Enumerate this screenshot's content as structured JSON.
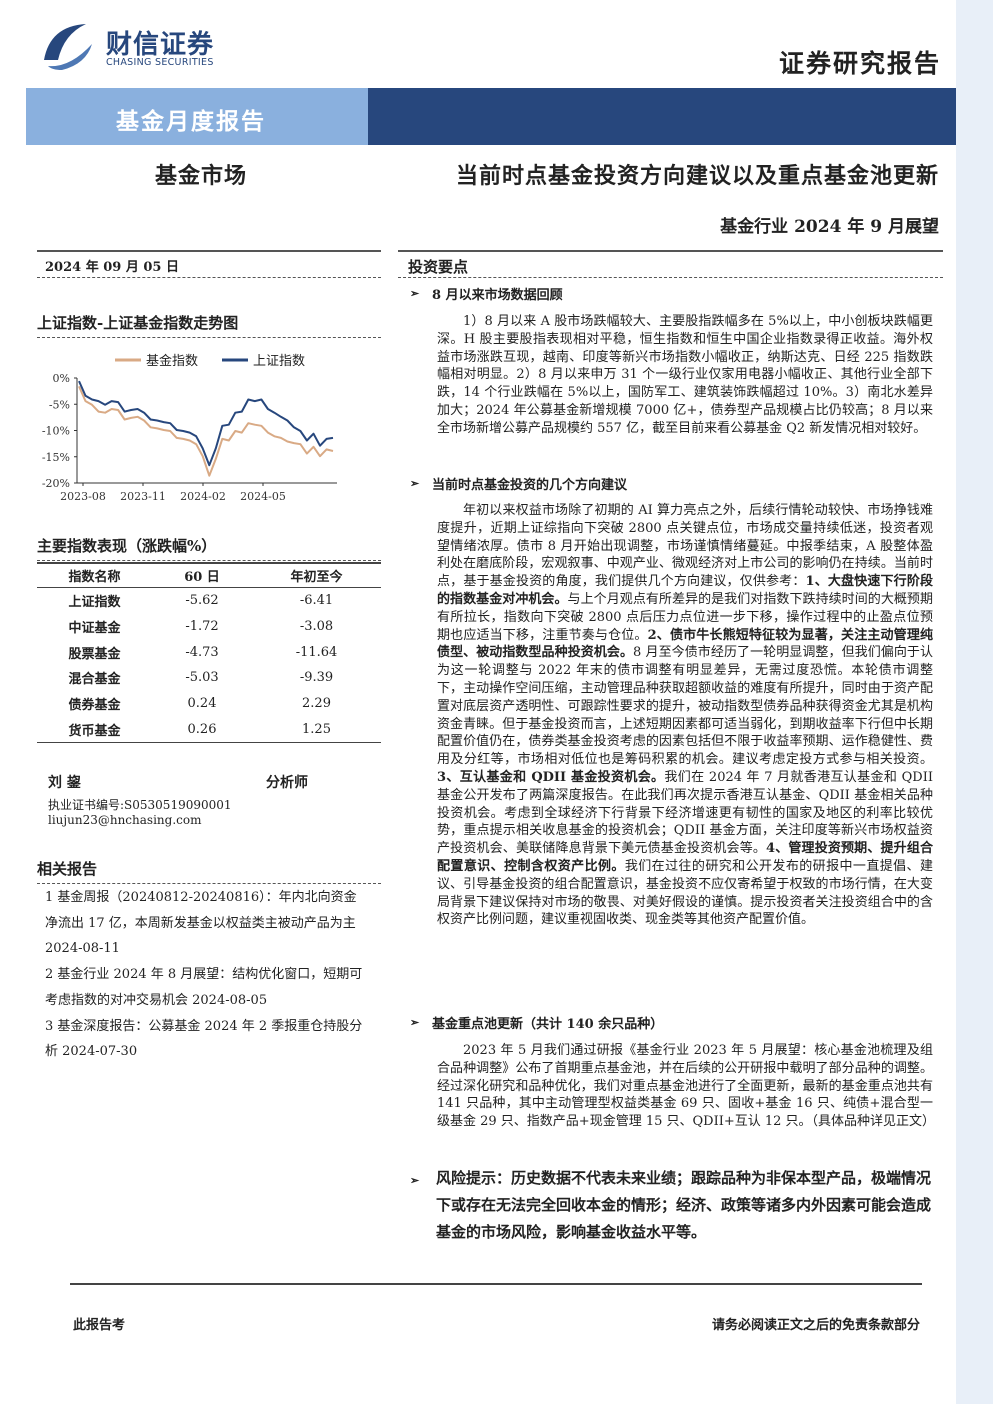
{
  "header": {
    "logo_cn": "财信证券",
    "logo_en": "CHASING SECURITIES",
    "doc_type": "证券研究报告",
    "banner": "基金月度报告",
    "sector": "基金市场",
    "title": "当前时点基金投资方向建议以及重点基金池更新",
    "subtitle": "基金行业 2024 年 9 月展望"
  },
  "left": {
    "date": "2024 年 09 月 05 日",
    "chart_title": "上证指数-上证基金指数走势图",
    "table_title": "主要指数表现（涨跌幅%）",
    "table_headers": [
      "指数名称",
      "60 日",
      "年初至今"
    ],
    "table_rows": [
      [
        "上证指数",
        "-5.62",
        "-6.41"
      ],
      [
        "中证基金",
        "-1.72",
        "-3.08"
      ],
      [
        "股票基金",
        "-4.73",
        "-11.64"
      ],
      [
        "混合基金",
        "-5.03",
        "-9.39"
      ],
      [
        "债券基金",
        "0.24",
        "2.29"
      ],
      [
        "货币基金",
        "0.26",
        "1.25"
      ]
    ],
    "analyst_name": "刘 鋆",
    "analyst_role": "分析师",
    "analyst_cert": "执业证书编号:S0530519090001",
    "analyst_email": "liujun23@hnchasing.com",
    "related_title": "相关报告",
    "related": [
      "1 基金周报（20240812-20240816）：年内北向资金净流出 17 亿，本周新发基金以权益类主被动产品为主 2024-08-11",
      "2 基金行业 2024 年 8 月展望：结构优化窗口，短期可考虑指数的对冲交易机会 2024-08-05",
      "3 基金深度报告：公募基金 2024 年 2 季报重仓持股分析 2024-07-30"
    ]
  },
  "chart_data": {
    "type": "line",
    "title": "上证指数-上证基金指数走势图",
    "xlabel": "",
    "ylabel": "",
    "x_ticks": [
      "2023-08",
      "2023-11",
      "2024-02",
      "2024-05"
    ],
    "y_ticks": [
      "0%",
      "-5%",
      "-10%",
      "-15%",
      "-20%"
    ],
    "ylim": [
      -20,
      0
    ],
    "legend_position": "top",
    "series": [
      {
        "name": "基金指数",
        "color": "#d9aa85",
        "values": [
          -2.0,
          -4.0,
          -5.5,
          -6.0,
          -7.0,
          -5.5,
          -6.5,
          -7.5,
          -8.0,
          -7.0,
          -8.5,
          -9.0,
          -10.0,
          -9.5,
          -10.5,
          -11.0,
          -12.0,
          -11.5,
          -13.0,
          -14.5,
          -19.0,
          -15.0,
          -12.0,
          -11.5,
          -10.5,
          -10.0,
          -9.0,
          -8.5,
          -9.5,
          -10.0,
          -11.5,
          -11.0,
          -12.5,
          -12.0,
          -13.0,
          -14.0,
          -13.5,
          -14.5,
          -14.0,
          -13.5
        ]
      },
      {
        "name": "上证指数",
        "color": "#27477d",
        "values": [
          -1.0,
          -3.0,
          -4.5,
          -4.0,
          -5.5,
          -4.0,
          -5.0,
          -6.0,
          -6.5,
          -5.5,
          -7.0,
          -7.5,
          -8.5,
          -8.0,
          -9.0,
          -9.5,
          -10.5,
          -10.0,
          -11.5,
          -13.0,
          -17.0,
          -13.0,
          -9.5,
          -8.5,
          -7.0,
          -6.0,
          -4.5,
          -4.0,
          -4.5,
          -5.5,
          -7.0,
          -7.0,
          -8.5,
          -9.0,
          -10.5,
          -11.5,
          -11.0,
          -12.5,
          -12.0,
          -11.0
        ]
      }
    ]
  },
  "right": {
    "section_title": "投资要点",
    "b1_title": "8 月以来市场数据回顾",
    "b1_text": "1）8 月以来 A 股市场跌幅较大、主要股指跌幅多在 5%以上，中小创板块跌幅更深。H 股主要股指表现相对平稳，恒生指数和恒生中国企业指数录得正收益。海外权益市场涨跌互现，越南、印度等新兴市场指数小幅收正，纳斯达克、日经 225 指数跌幅相对明显。2）8 月以来申万 31 个一级行业仅家用电器小幅收正、其他行业全部下跌，14 个行业跌幅在 5%以上，国防军工、建筑装饰跌幅超过 10%。3）南北水差异加大；2024 年公募基金新增规模 7000 亿+，债券型产品规模占比仍较高；8 月以来全市场新增公募产品规模约 557 亿，截至目前来看公募基金 Q2 新发情况相对较好。",
    "b2_title": "当前时点基金投资的几个方向建议",
    "b2_p1": "年初以来权益市场除了初期的 AI 算力亮点之外，后续行情轮动较快、市场挣钱难度提升，近期上证综指向下突破 2800 点关键点位，市场成交量持续低迷，投资者观望情绪浓厚。债市 8 月开始出现调整，市场谨慎情绪蔓延。中报季结束，A 股整体盈利处在磨底阶段，宏观叙事、中观产业、微观经济对上市公司的影响仍在持续。当前时点，基于基金投资的角度，我们提供几个方向建议，仅供参考：",
    "b2_s1": "1、大盘快速下行阶段的指数基金对冲机会。",
    "b2_p2": "与上个月观点有所差异的是我们对指数下跌持续时间的大概预期有所拉长，指数向下突破 2800 点后压力点位进一步下移，操作过程中的止盈点位预期也应适当下移，注重节奏与仓位。",
    "b2_s2": "2、债市牛长熊短特征较为显著，关注主动管理纯债型、被动指数型品种投资机会。",
    "b2_p3": "8 月至今债市经历了一轮明显调整，但我们偏向于认为这一轮调整与 2022 年末的债市调整有明显差异，无需过度恐慌。本轮债市调整下，主动操作空间压缩，主动管理品种获取超额收益的难度有所提升，同时由于资产配置对底层资产透明性、可跟踪性要求的提升，被动指数型债券品种获得资金尤其是机构资金青睐。但于基金投资而言，上述短期因素都可适当弱化，到期收益率下行但中长期配置价值仍在，债券类基金投资考虑的因素包括但不限于收益率预期、运作稳健性、费用及分红等，市场相对低位也是筹码积累的机会。建议考虑定投方式参与相关投资。",
    "b2_s3": "3、互认基金和 QDII 基金投资机会。",
    "b2_p4": "我们在 2024 年 7 月就香港互认基金和 QDII 基金公开发布了两篇深度报告。在此我们再次提示香港互认基金、QDII 基金相关品种投资机会。考虑到全球经济下行背景下经济增速更有韧性的国家及地区的利率比较优势，重点提示相关收息基金的投资机会；QDII 基金方面，关注印度等新兴市场权益资产投资机会、美联储降息背景下美元债基金投资机会等。",
    "b2_s4": "4、管理投资预期、提升组合配置意识、控制含权资产比例。",
    "b2_p5": "我们在过往的研究和公开发布的研报中一直提倡、建议、引导基金投资的组合配置意识，基金投资不应仅寄希望于权致的市场行情，在大变局背景下建议保持对市场的敬畏、对美好假设的谨慎。提示投资者关注投资组合中的含权资产比例问题，建议重视固收类、现金类等其他资产配置价值。",
    "b3_title": "基金重点池更新（共计 140 余只品种）",
    "b3_text": "2023 年 5 月我们通过研报《基金行业 2023 年 5 月展望：核心基金池梳理及组合品种调整》公布了首期重点基金池，并在后续的公开研报中载明了部分品种的调整。经过深化研究和品种优化，我们对重点基金池进行了全面更新，最新的基金重点池共有 141 只品种，其中主动管理型权益类基金 69 只、固收+基金 16 只、纯债+混合型一级基金 29 只、指数产品+现金管理 15 只、QDII+互认 12 只。（具体品种详见正文）",
    "risk": "风险提示：历史数据不代表未来业绩；跟踪品种为非保本型产品，极端情况下或存在无法完全回收本金的情形；经济、政策等诸多内外因素可能会造成基金的市场风险，影响基金收益水平等。",
    "arrow": "➢"
  },
  "footer": {
    "left": "此报告考",
    "right": "请务必阅读正文之后的免责条款部分"
  }
}
